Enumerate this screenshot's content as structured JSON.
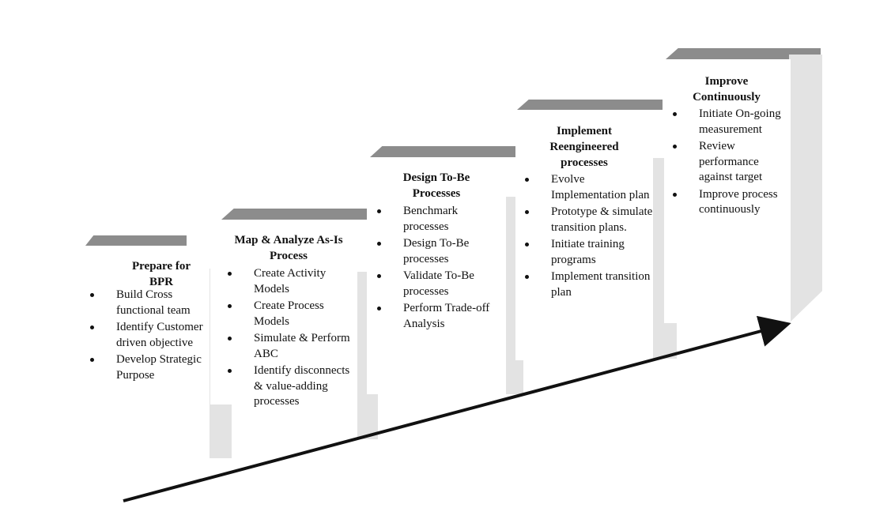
{
  "steps": [
    {
      "title": "Prepare for BPR",
      "items": [
        "Build Cross functional team",
        "Identify Customer driven objective",
        "Develop Strategic Purpose"
      ]
    },
    {
      "title": "Map & Analyze As-Is Process",
      "items": [
        "Create Activity Models",
        "Create Process Models",
        "Simulate & Perform ABC",
        "Identify disconnects & value-adding processes"
      ]
    },
    {
      "title": "Design To-Be Processes",
      "items": [
        "Benchmark processes",
        "Design To-Be processes",
        "Validate To-Be processes",
        "Perform Trade-off Analysis"
      ]
    },
    {
      "title": "Implement Reengineered processes",
      "items": [
        "Evolve Implementation plan",
        "Prototype & simulate transition plans.",
        "Initiate training programs",
        "Implement transition plan"
      ]
    },
    {
      "title": "Improve Continuously",
      "items": [
        "Initiate On-going measurement",
        "Review performance against target",
        "Improve process continuously"
      ]
    }
  ]
}
